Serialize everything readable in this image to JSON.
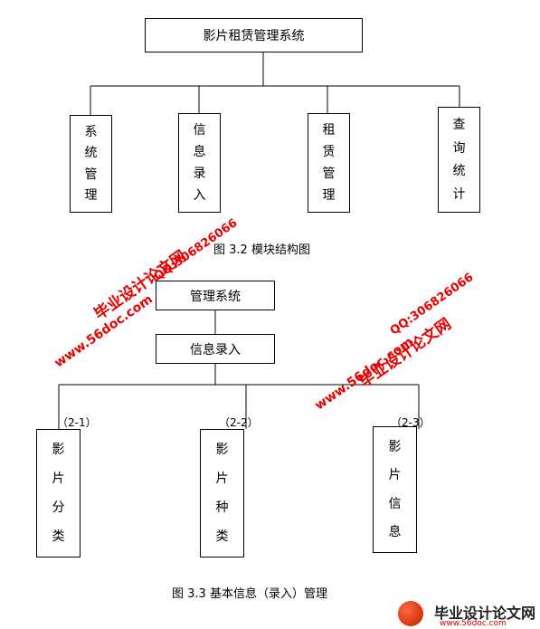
{
  "diagram1": {
    "root": "影片租赁管理系统",
    "modules": [
      {
        "chars": [
          "系",
          "统",
          "管",
          "理"
        ]
      },
      {
        "chars": [
          "信",
          "息",
          "录",
          "入"
        ]
      },
      {
        "chars": [
          "租",
          "赁",
          "管",
          "理"
        ]
      },
      {
        "chars": [
          "查",
          "询",
          "统",
          "计"
        ]
      }
    ],
    "caption": "图 3.2 模块结构图"
  },
  "diagram2": {
    "root": "管理系统",
    "middle": "信息录入",
    "children": [
      {
        "code": "（2-1）",
        "chars": [
          "影",
          "片",
          "分",
          "类"
        ]
      },
      {
        "code": "（2-2）",
        "chars": [
          "影",
          "片",
          "种",
          "类"
        ]
      },
      {
        "code": "（2-3）",
        "chars": [
          "影",
          "片",
          "信",
          "息"
        ]
      }
    ],
    "caption": "图 3.3 基本信息（录入）管理"
  },
  "watermarks": {
    "site_name": "毕业设计论文网",
    "url": "www.56doc.com",
    "qq": "QQ:306826066"
  },
  "footer": {
    "title": "毕业设计论文网",
    "url": "www.56doc.com"
  },
  "colors": {
    "watermark": "#e60000",
    "line": "#000000"
  }
}
